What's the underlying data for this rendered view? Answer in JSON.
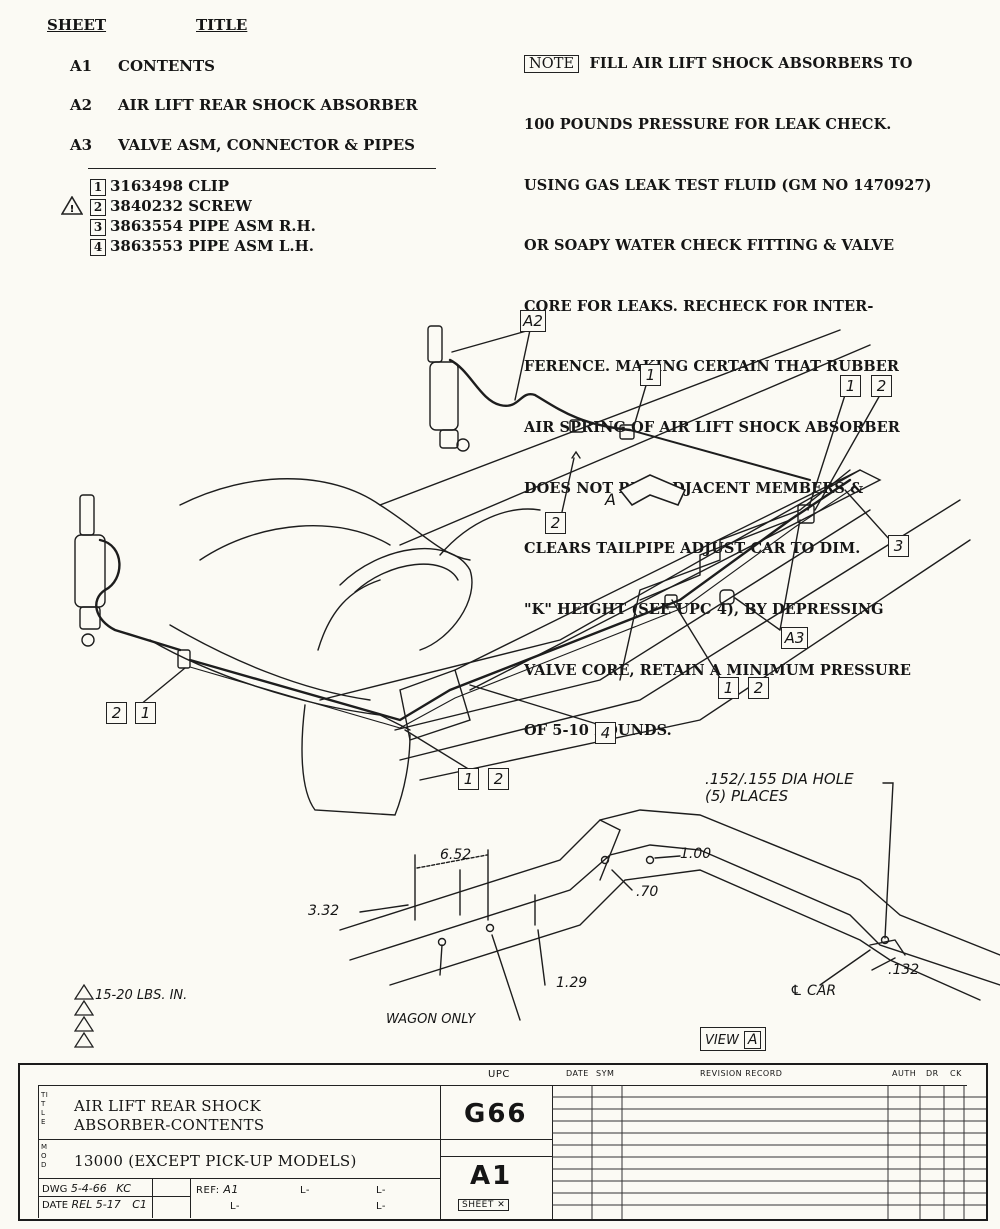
{
  "header": {
    "sheet_label": "SHEET",
    "title_label": "TITLE"
  },
  "sheets": [
    {
      "code": "A1",
      "title": "CONTENTS"
    },
    {
      "code": "A2",
      "title": "AIR LIFT REAR SHOCK ABSORBER"
    },
    {
      "code": "A3",
      "title": "VALVE ASM, CONNECTOR & PIPES"
    }
  ],
  "parts": [
    {
      "num": "1",
      "part_no": "3163498",
      "desc": "CLIP"
    },
    {
      "num": "2",
      "part_no": "3840232",
      "desc": "SCREW"
    },
    {
      "num": "3",
      "part_no": "3863554",
      "desc": "PIPE ASM R.H."
    },
    {
      "num": "4",
      "part_no": "3863553",
      "desc": "PIPE ASM L.H."
    }
  ],
  "note": {
    "tag": "NOTE",
    "lines": [
      "FILL AIR LIFT SHOCK ABSORBERS TO",
      "100 POUNDS PRESSURE FOR LEAK CHECK.",
      "USING GAS LEAK TEST FLUID (GM NO 1470927)",
      "OR SOAPY WATER CHECK FITTING & VALVE",
      "CORE FOR LEAKS. RECHECK FOR INTER-",
      "FERENCE. MAKING CERTAIN THAT RUBBER",
      "AIR SPRING OF AIR LIFT SHOCK ABSORBER",
      "DOES NOT RUB ADJACENT MEMBERS &",
      "CLEARS TAILPIPE ADJUST CAR TO DIM.",
      "\"K\" HEIGHT (SEE UPC 4), BY DEPRESSING",
      "VALVE CORE, RETAIN A MINIMUM PRESSURE",
      "OF 5-10 POUNDS."
    ]
  },
  "callouts": {
    "a2": "A2",
    "one": "1",
    "two": "2",
    "three": "3",
    "four": "4",
    "a3": "A3",
    "arrow_a": "A"
  },
  "view_a": {
    "hole_note_1": ".152/.155 DIA HOLE",
    "hole_note_2": "(5) PLACES",
    "dim_652": "6.52",
    "dim_100": "1.00",
    "dim_70": ".70",
    "dim_332": "3.32",
    "dim_129": "1.29",
    "dim_132": ".132",
    "car_center": "℄ CAR",
    "wagon_only": "WAGON ONLY",
    "view_label": "VIEW",
    "view_letter": "A"
  },
  "torque_note": "15-20 LBS. IN.",
  "title_block": {
    "upc_label": "UPC",
    "upc": "G66",
    "sheet": "A1",
    "sheet_label": "SHEET",
    "title_line1": "AIR LIFT REAR SHOCK",
    "title_line2": "ABSORBER-CONTENTS",
    "model": "13000 (EXCEPT PICK-UP MODELS)",
    "side_title": "TITLE",
    "side_mod": "MOD",
    "dwg_label": "DWG",
    "dwg_value": "5-4-66",
    "dwg_init": "KC",
    "date_label": "DATE",
    "date_value": "REL 5-17",
    "date_init": "C1",
    "ref_label": "REF:",
    "ref_value": "A1",
    "l_marks": [
      "L-",
      "L-",
      "L-",
      "L-"
    ],
    "rev_headers": [
      "DATE",
      "SYM",
      "REVISION RECORD",
      "AUTH",
      "DR",
      "CK"
    ]
  }
}
